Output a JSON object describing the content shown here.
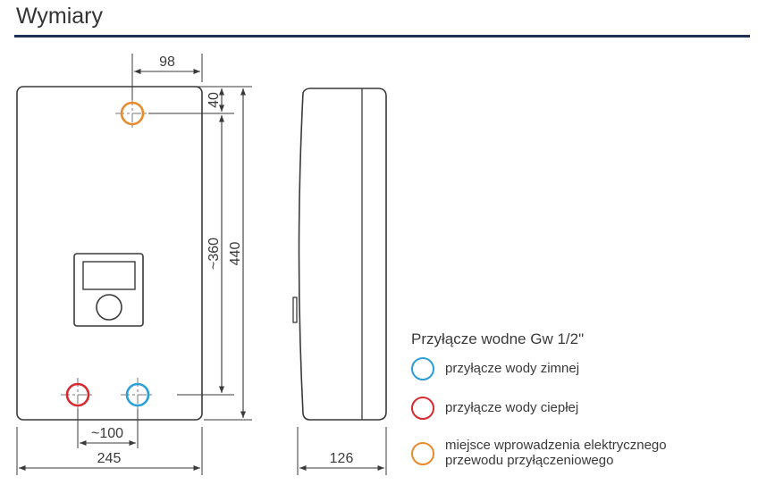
{
  "title": "Wymiary",
  "colors": {
    "accent_rule": "#1f2f56",
    "cold_water": "#2a9fd8",
    "hot_water": "#d62a30",
    "electric": "#e88b2e",
    "outline": "#3a3a3a"
  },
  "dimensions": {
    "top_offset": "98",
    "top_margin": "40",
    "inner_height": "~360",
    "total_height": "440",
    "connection_spacing": "~100",
    "width": "245",
    "depth": "126"
  },
  "legend": {
    "title": "Przyłącze wodne  Gw 1/2\"",
    "items": [
      {
        "color": "#2a9fd8",
        "lines": [
          "przyłącze wody zimnej"
        ]
      },
      {
        "color": "#d62a30",
        "lines": [
          "przyłącze wody ciepłej"
        ]
      },
      {
        "color": "#e88b2e",
        "lines": [
          "miejsce wprowadzenia elektrycznego",
          "przewodu przyłączeniowego"
        ]
      }
    ]
  }
}
